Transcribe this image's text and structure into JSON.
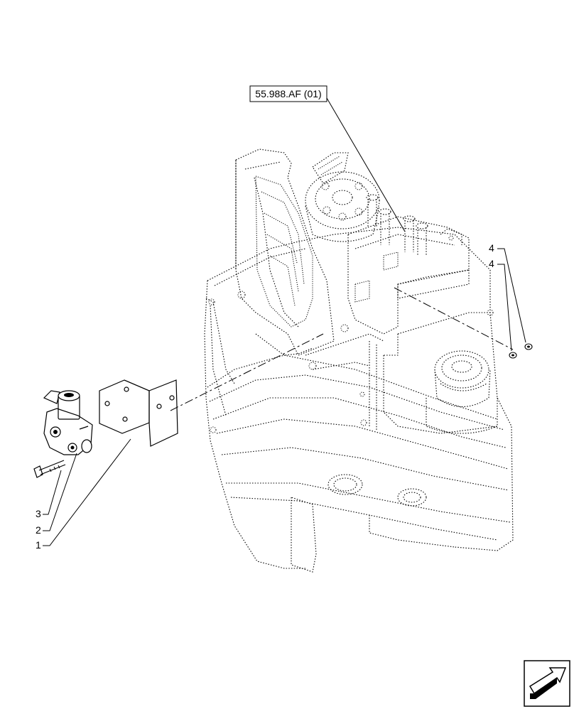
{
  "diagram": {
    "reference_label": "55.988.AF (01)",
    "callouts": [
      {
        "id": "callout-1",
        "label": "1"
      },
      {
        "id": "callout-2",
        "label": "2"
      },
      {
        "id": "callout-3",
        "label": "3"
      },
      {
        "id": "callout-4a",
        "label": "4"
      },
      {
        "id": "callout-4b",
        "label": "4"
      }
    ],
    "corner_icon": "next-page-arrow-icon"
  }
}
